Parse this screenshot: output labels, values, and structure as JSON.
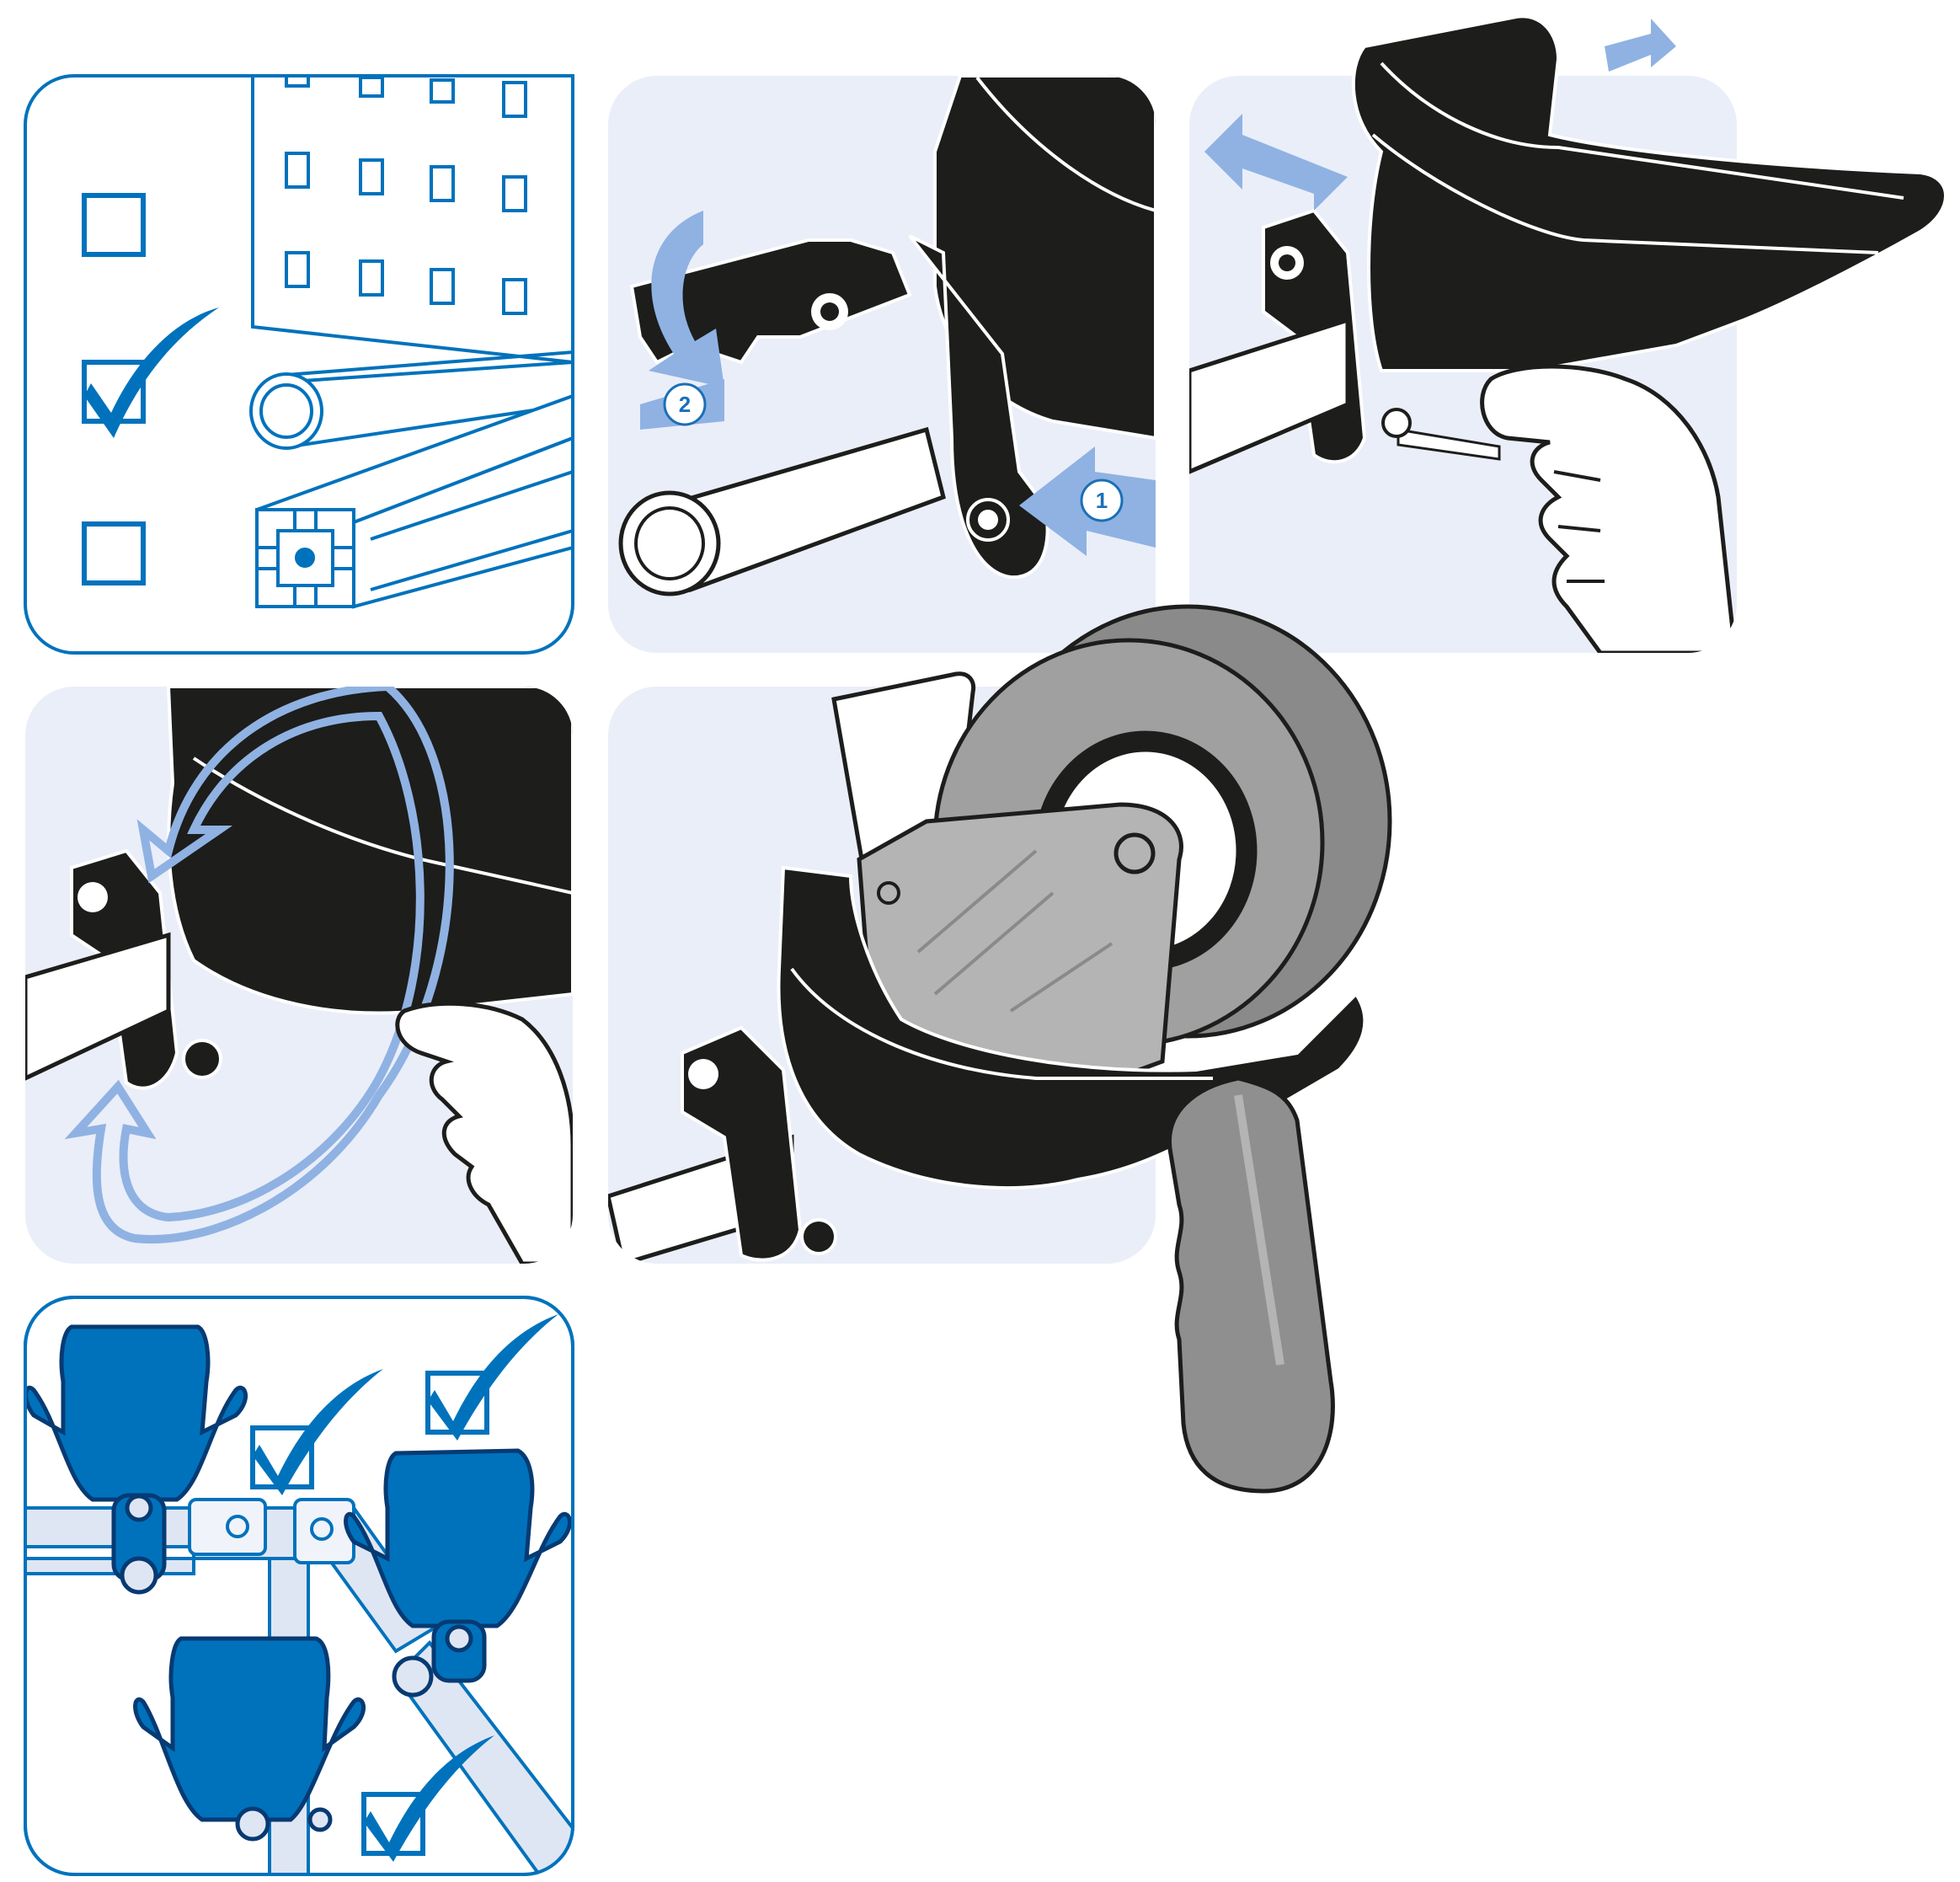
{
  "colors": {
    "accent_blue": "#0072bc",
    "light_blue_arrow": "#8fb2e3",
    "panel_bg": "#eaeef8",
    "panel_border": "#0072bc",
    "holder_black": "#1d1d1b",
    "tape_grey": "#9a9a9a",
    "metal_light": "#dfe6f3"
  },
  "panels": [
    {
      "name": "mounting-options-panel",
      "icons": [
        "pegboard-icon",
        "round-tube-icon",
        "aluminium-profile-icon"
      ]
    },
    {
      "name": "clamp-attach-panel",
      "steps": [
        "1",
        "2"
      ]
    },
    {
      "name": "tighten-screw-panel",
      "icons": [
        "hex-key-icon",
        "hand-icon"
      ]
    },
    {
      "name": "rotate-holder-panel",
      "icons": [
        "rotate-arrow-icon"
      ]
    },
    {
      "name": "dispenser-in-holder-panel",
      "icons": [
        "tape-dispenser-icon"
      ]
    },
    {
      "name": "multiple-holders-panel",
      "icons": [
        "check-icon",
        "check-icon",
        "check-icon",
        "check-icon"
      ]
    }
  ],
  "steps": {
    "step_1": "1",
    "step_2": "2"
  }
}
